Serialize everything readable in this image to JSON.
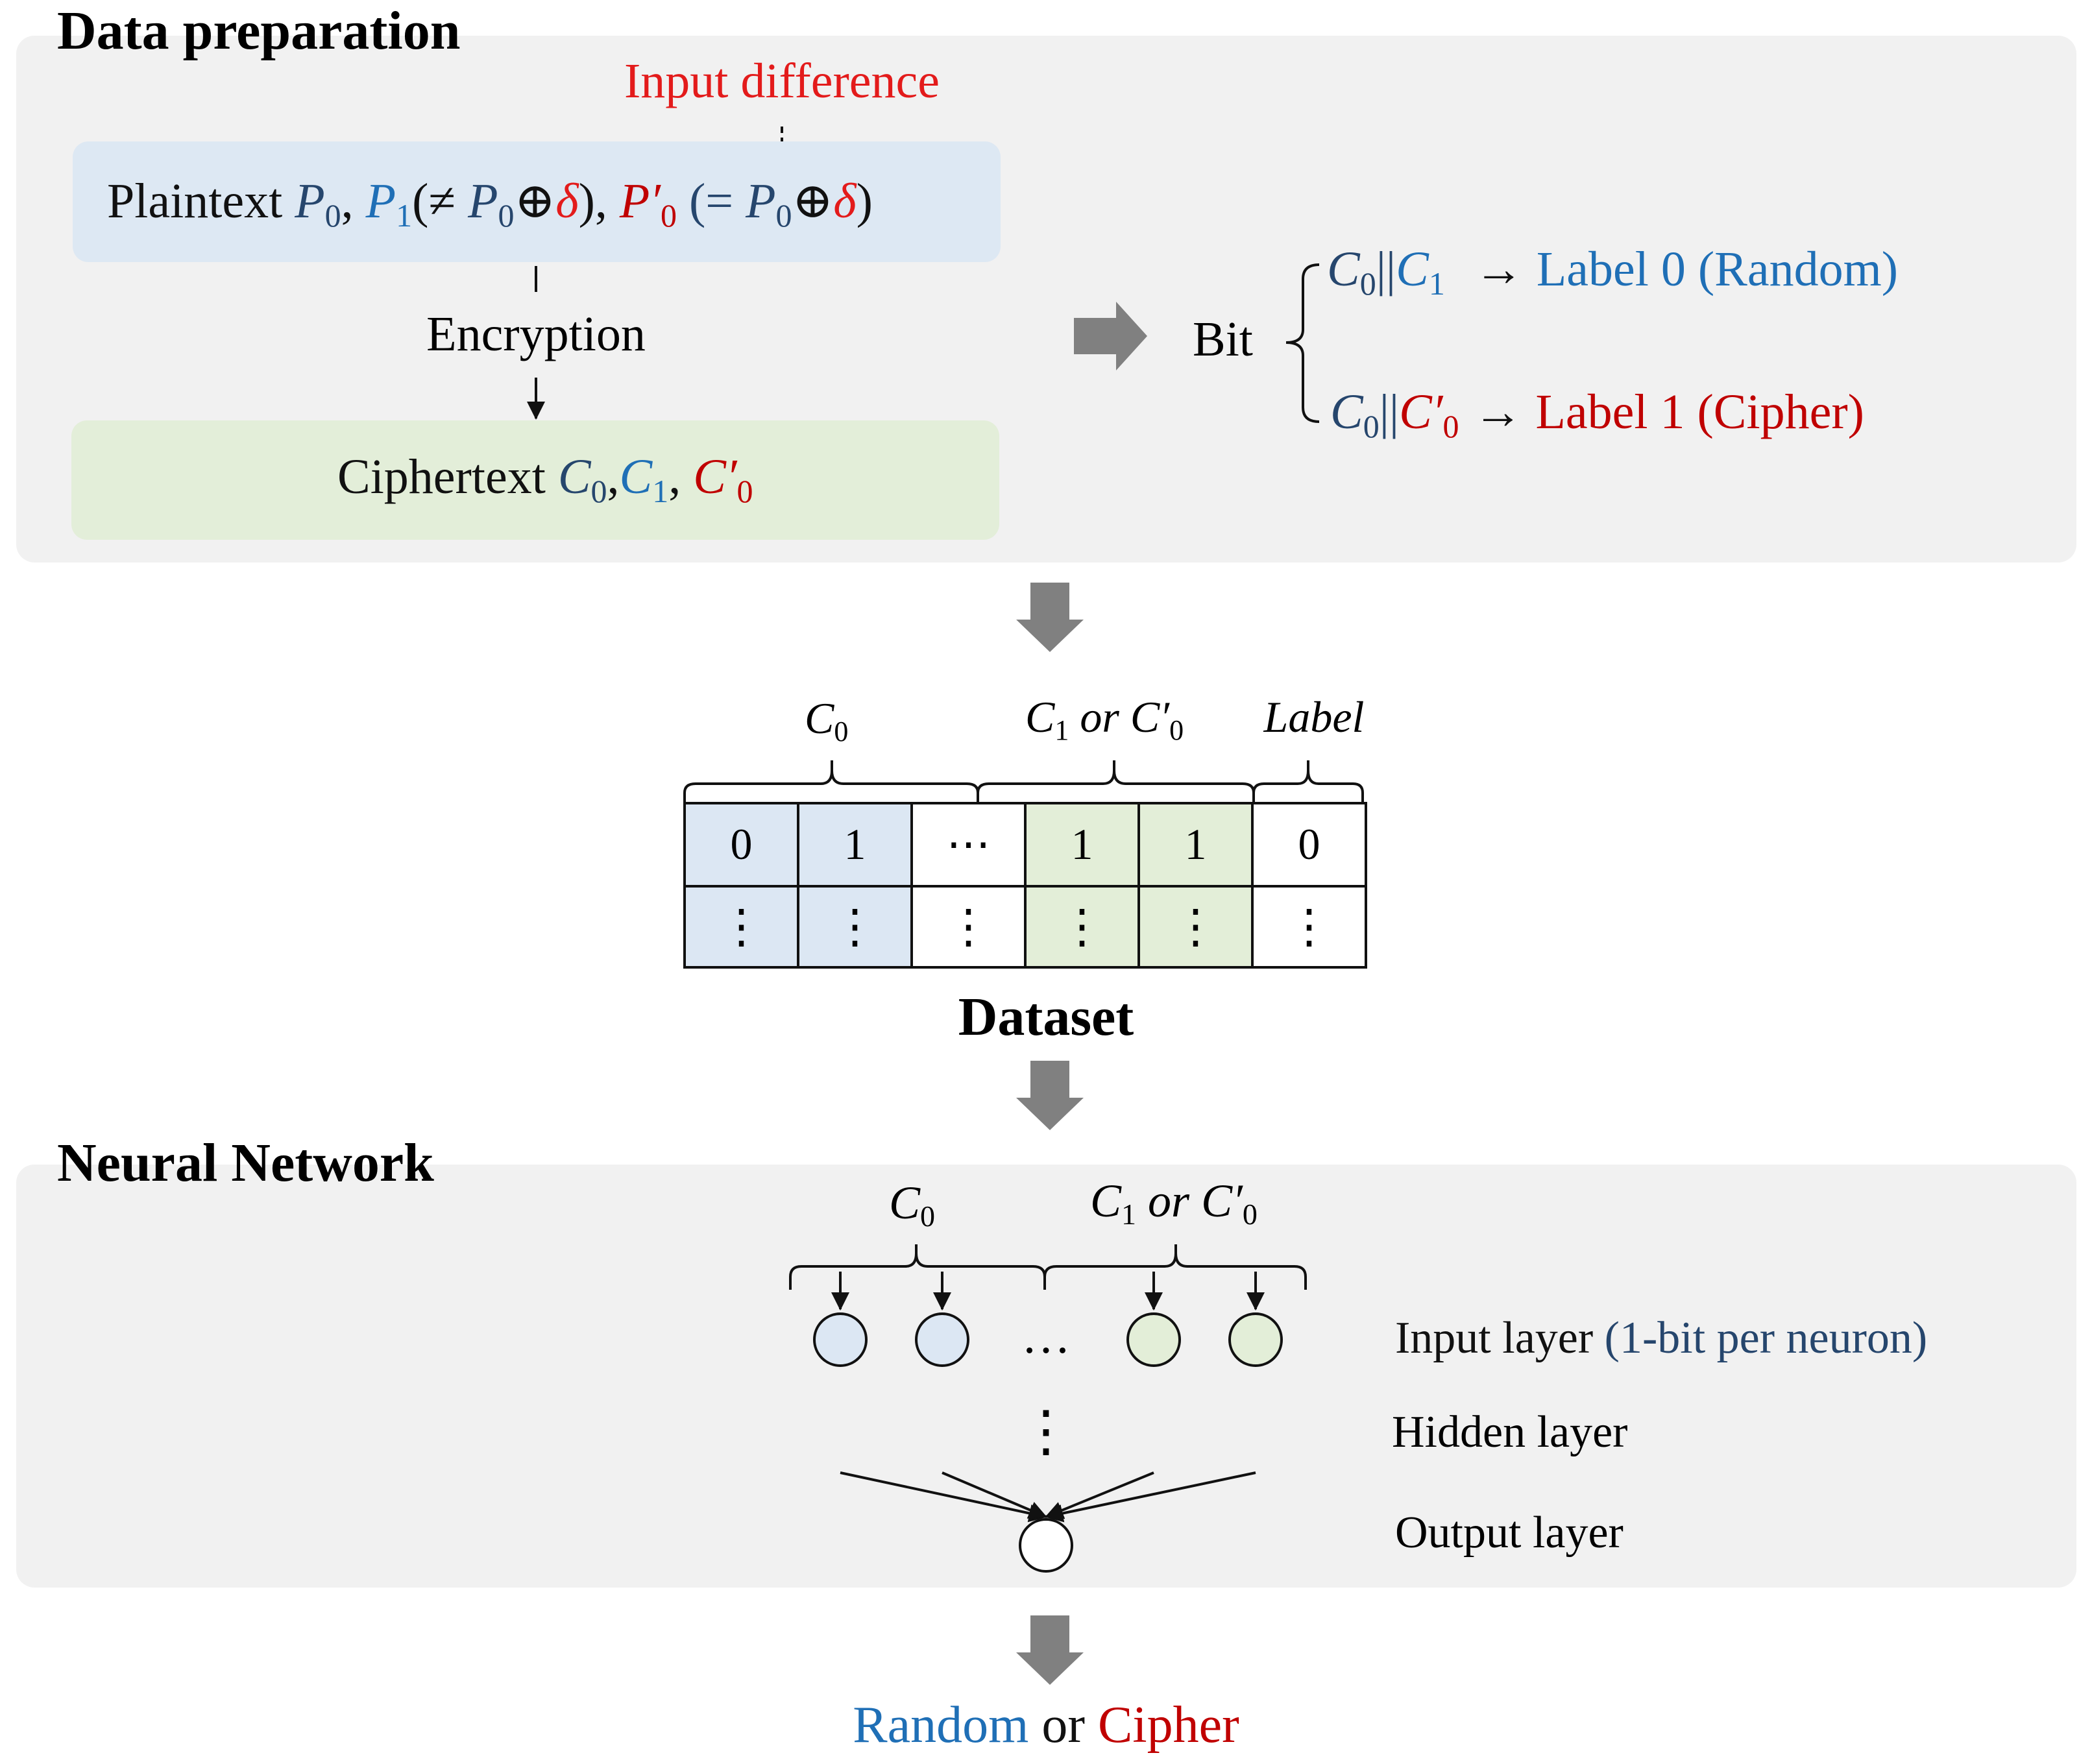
{
  "colors": {
    "panel": "#f1f1f1",
    "plain_box": "#dde8f3",
    "cipher_box": "#e3eed9",
    "blue_cell": "#dce7f3",
    "green_cell": "#e3eed8",
    "red": "#e31b1b",
    "dark_red": "#c00000",
    "blue": "#1f6fb6",
    "navy": "#26466d",
    "gray_arrow": "#808080"
  },
  "data_prep": {
    "title": "Data preparation",
    "input_difference": "Input difference",
    "plaintext": {
      "word": "Plaintext ",
      "p0": "P",
      "p0_sub": "0",
      "comma1": ", ",
      "p1": "P",
      "p1_sub": "1",
      "neq_open": "(≠ ",
      "p0b": "P",
      "p0b_sub": "0",
      "xor1": "⊕",
      "delta1": "δ",
      "close1": "), ",
      "pp0": "P′",
      "pp0_sub": "0",
      "eq_open": " (= ",
      "p0c": "P",
      "p0c_sub": "0",
      "xor2": "⊕",
      "delta2": "δ",
      "close2": ")"
    },
    "encryption": "Encryption",
    "ciphertext": {
      "word": "Ciphertext ",
      "c0": "C",
      "c0_sub": "0",
      "comma1": ",",
      "c1": "C",
      "c1_sub": "1",
      "comma2": ", ",
      "cp0": "C′",
      "cp0_sub": "0"
    },
    "bit": "Bit",
    "label_row0": {
      "c0": "C",
      "c0_sub": "0",
      "concat": "||",
      "c1": "C",
      "c1_sub": "1",
      "arrow": "→",
      "label": "Label 0 (Random)"
    },
    "label_row1": {
      "c0": "C",
      "c0_sub": "0",
      "concat": "||",
      "cp0": "C′",
      "cp0_sub": "0",
      "arrow": "→",
      "label": "Label 1 (Cipher)"
    }
  },
  "dataset": {
    "title": "Dataset",
    "brace_c0": {
      "c": "C",
      "sub": "0"
    },
    "brace_c1": {
      "c": "C",
      "sub1": "1",
      "or": " or ",
      "cp": "C′",
      "sub2": "0"
    },
    "brace_label": "Label",
    "row1": [
      "0",
      "1",
      "⋯",
      "1",
      "1",
      "0"
    ],
    "row2": [
      "⋮",
      "⋮",
      "⋮",
      "⋮",
      "⋮",
      "⋮"
    ]
  },
  "neural_network": {
    "title": "Neural Network",
    "brace_c0": {
      "c": "C",
      "sub": "0"
    },
    "brace_c1": {
      "c": "C",
      "sub1": "1",
      "or": " or ",
      "cp": "C′",
      "sub2": "0"
    },
    "ellipsis": "…",
    "vdots": "⋮",
    "input_layer": "Input layer ",
    "input_layer_note": "(1-bit per neuron)",
    "hidden_layer": "Hidden layer",
    "output_layer": "Output layer"
  },
  "result": {
    "random": "Random",
    "or": " or ",
    "cipher": "Cipher"
  }
}
